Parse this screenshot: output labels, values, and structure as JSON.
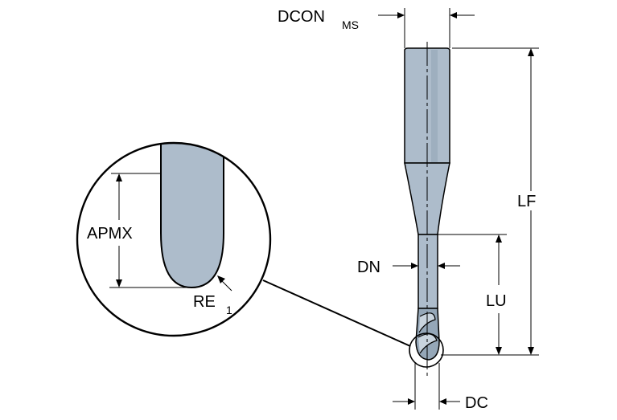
{
  "labels": {
    "dcon": "DCON",
    "dcon_sub": "MS",
    "lf": "LF",
    "dn": "DN",
    "lu": "LU",
    "dc": "DC",
    "apmx": "APMX",
    "re": "RE",
    "re_sub": "1"
  },
  "colors": {
    "tool_fill": "#adbccb",
    "tool_shade": "#95a7b8",
    "tool_highlight": "#c9d4de",
    "line": "#000000",
    "background": "#ffffff"
  }
}
